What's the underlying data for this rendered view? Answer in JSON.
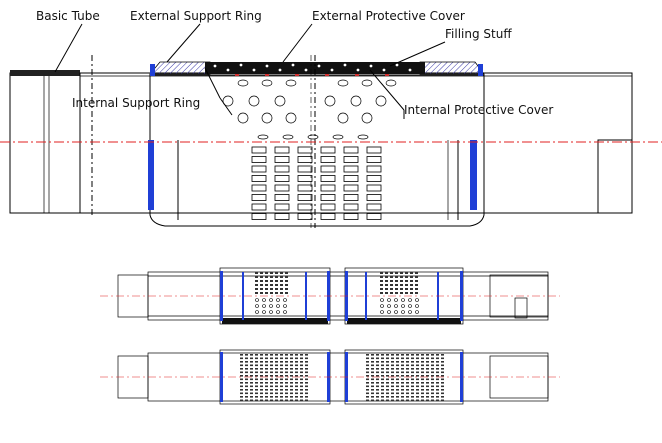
{
  "labels": {
    "basic_tube": "Basic Tube",
    "external_support_ring": "External Support Ring",
    "external_protective_cover": "External Protective Cover",
    "filling_stuff": "Filling Stuff",
    "internal_support_ring": "Internal Support Ring",
    "internal_protective_cover": "Internal Protective Cover"
  },
  "colors": {
    "band": "#1f3fd6",
    "centerline": "#e02020",
    "hatch": "#3a3aa8",
    "lines": "#000000"
  }
}
